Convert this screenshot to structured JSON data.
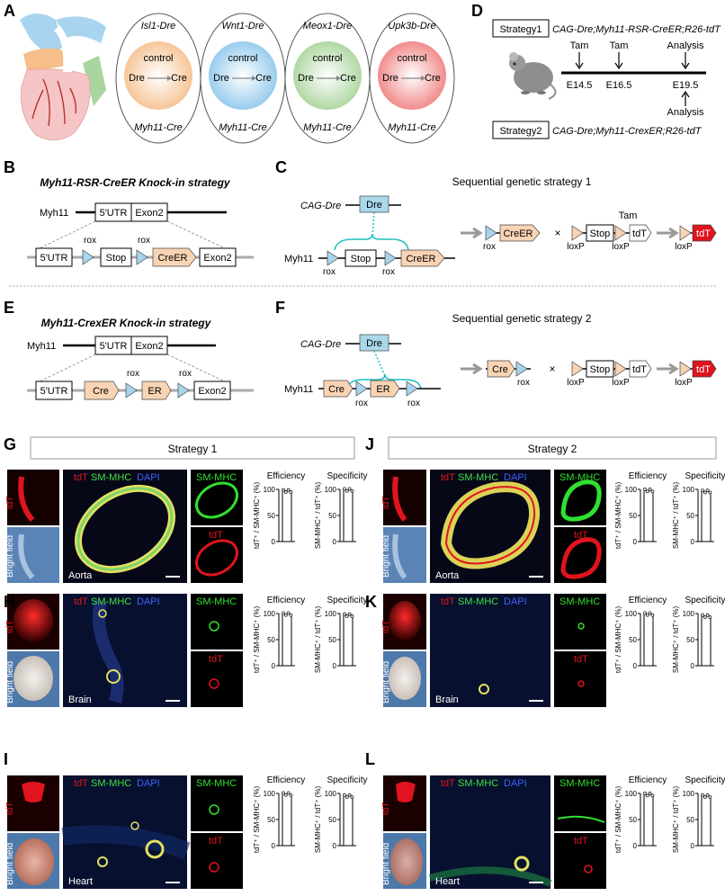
{
  "panels": {
    "A": "A",
    "B": "B",
    "C": "C",
    "D": "D",
    "E": "E",
    "F": "F",
    "G": "G",
    "H": "H",
    "I": "I",
    "J": "J",
    "K": "K",
    "L": "L"
  },
  "a": {
    "circles": [
      {
        "top": "Isl1-Dre",
        "bottom": "Myh11-Cre",
        "color": "#f5c08e"
      },
      {
        "top": "Wnt1-Dre",
        "bottom": "Myh11-Cre",
        "color": "#8ec7ec"
      },
      {
        "top": "Meox1-Dre",
        "bottom": "Myh11-Cre",
        "color": "#a8d49a"
      },
      {
        "top": "Upk3b-Dre",
        "bottom": "Myh11-Cre",
        "color": "#f08080"
      }
    ],
    "control": "control",
    "dre": "Dre",
    "cre": "Cre"
  },
  "d": {
    "strategy1": "Strategy1",
    "strategy1_geno": "CAG-Dre;Myh11-RSR-CreER;R26-tdT",
    "strategy2": "Strategy2",
    "strategy2_geno": "CAG-Dre;Myh11-CrexER;R26-tdT",
    "tam": "Tam",
    "analysis": "Analysis",
    "e145": "E14.5",
    "e165": "E16.5",
    "e195": "E19.5"
  },
  "b": {
    "title": "Myh11-RSR-CreER Knock-in strategy",
    "myh11": "Myh11",
    "utr": "5'UTR",
    "exon2": "Exon2",
    "rox": "rox",
    "stop": "Stop",
    "creer": "CreER"
  },
  "c": {
    "title": "Sequential genetic strategy 1",
    "cagdre": "CAG-Dre",
    "dre": "Dre",
    "myh11": "Myh11",
    "stop": "Stop",
    "creer": "CreER",
    "rox": "rox",
    "loxp": "loxP",
    "tdt": "tdT",
    "tam": "Tam",
    "times": "×"
  },
  "e": {
    "title": "Myh11-CrexER Knock-in strategy",
    "myh11": "Myh11",
    "utr": "5'UTR",
    "exon2": "Exon2",
    "rox": "rox",
    "cre": "Cre",
    "er": "ER"
  },
  "f": {
    "title": "Sequential genetic strategy 2",
    "cagdre": "CAG-Dre",
    "dre": "Dre",
    "myh11": "Myh11",
    "cre": "Cre",
    "er": "ER",
    "rox": "rox",
    "loxp": "loxP",
    "stop": "Stop",
    "tdt": "tdT",
    "times": "×"
  },
  "gl": {
    "strategy1": "Strategy 1",
    "strategy2": "Strategy 2",
    "tdt": "tdT",
    "smmhc": "SM-MHC",
    "dapi": "DAPI",
    "brightfield": "Bright field",
    "aorta": "Aorta",
    "brain": "Brain",
    "heart": "Heart",
    "efficiency": "Efficiency",
    "specificity": "Specificity",
    "eff_axis": "tdT⁺ / SM-MHC⁺ (%)",
    "spec_axis": "SM-MHC⁺ / tdT⁺ (%)",
    "tick0": "0",
    "tick50": "50",
    "tick100": "100"
  },
  "chart_data": [
    {
      "type": "bar",
      "panel": "G",
      "title": "Efficiency",
      "ylabel": "tdT⁺ / SM-MHC⁺ (%)",
      "ylim": [
        0,
        100
      ],
      "values": [
        97
      ]
    },
    {
      "type": "bar",
      "panel": "G",
      "title": "Specificity",
      "ylabel": "SM-MHC⁺ / tdT⁺ (%)",
      "ylim": [
        0,
        100
      ],
      "values": [
        99
      ]
    },
    {
      "type": "bar",
      "panel": "J",
      "title": "Efficiency",
      "ylabel": "tdT⁺ / SM-MHC⁺ (%)",
      "ylim": [
        0,
        100
      ],
      "values": [
        98
      ]
    },
    {
      "type": "bar",
      "panel": "J",
      "title": "Specificity",
      "ylabel": "SM-MHC⁺ / tdT⁺ (%)",
      "ylim": [
        0,
        100
      ],
      "values": [
        96
      ]
    },
    {
      "type": "bar",
      "panel": "H",
      "title": "Efficiency",
      "ylabel": "tdT⁺ / SM-MHC⁺ (%)",
      "ylim": [
        0,
        100
      ],
      "values": [
        99
      ]
    },
    {
      "type": "bar",
      "panel": "H",
      "title": "Specificity",
      "ylabel": "SM-MHC⁺ / tdT⁺ (%)",
      "ylim": [
        0,
        100
      ],
      "values": [
        97
      ]
    },
    {
      "type": "bar",
      "panel": "K",
      "title": "Efficiency",
      "ylabel": "tdT⁺ / SM-MHC⁺ (%)",
      "ylim": [
        0,
        100
      ],
      "values": [
        99
      ]
    },
    {
      "type": "bar",
      "panel": "K",
      "title": "Specificity",
      "ylabel": "SM-MHC⁺ / tdT⁺ (%)",
      "ylim": [
        0,
        100
      ],
      "values": [
        95
      ]
    },
    {
      "type": "bar",
      "panel": "I",
      "title": "Efficiency",
      "ylabel": "tdT⁺ / SM-MHC⁺ (%)",
      "ylim": [
        0,
        100
      ],
      "values": [
        99
      ]
    },
    {
      "type": "bar",
      "panel": "I",
      "title": "Specificity",
      "ylabel": "SM-MHC⁺ / tdT⁺ (%)",
      "ylim": [
        0,
        100
      ],
      "values": [
        95
      ]
    },
    {
      "type": "bar",
      "panel": "L",
      "title": "Efficiency",
      "ylabel": "tdT⁺ / SM-MHC⁺ (%)",
      "ylim": [
        0,
        100
      ],
      "values": [
        98
      ]
    },
    {
      "type": "bar",
      "panel": "L",
      "title": "Specificity",
      "ylabel": "SM-MHC⁺ / tdT⁺ (%)",
      "ylim": [
        0,
        100
      ],
      "values": [
        95
      ]
    }
  ]
}
